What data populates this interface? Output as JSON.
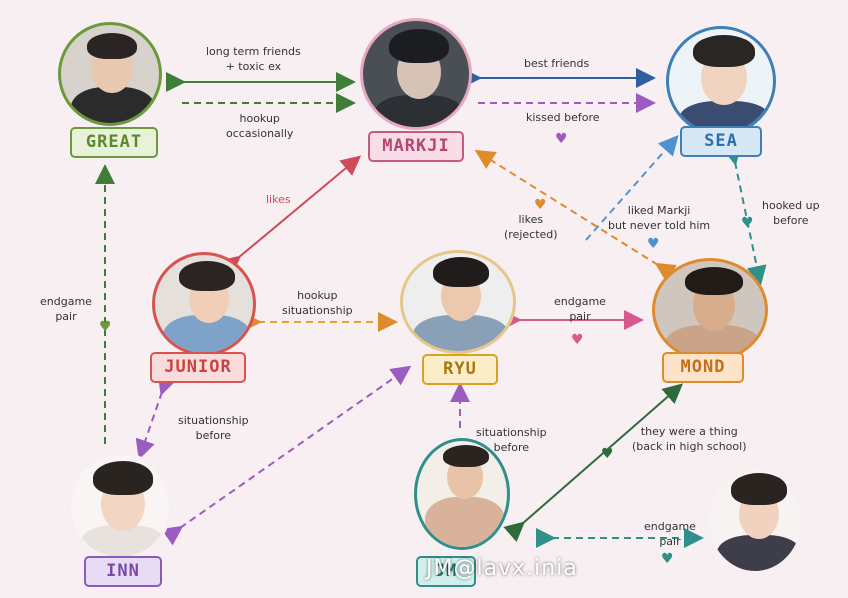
{
  "nodes": {
    "great": {
      "name": "GREAT",
      "color": "#6b9a3c",
      "bg": "#e8f2d8"
    },
    "markji": {
      "name": "MARKJI",
      "color": "#c8587f",
      "bg": "#f8dde7"
    },
    "sea": {
      "name": "SEA",
      "color": "#3f7fb8",
      "bg": "#d6e7f6"
    },
    "junior": {
      "name": "JUNIOR",
      "color": "#d9534f",
      "bg": "#fbdcdc"
    },
    "ryu": {
      "name": "RYU",
      "color": "#d9a227",
      "bg": "#fbedc7"
    },
    "mond": {
      "name": "MOND",
      "color": "#e08a2e",
      "bg": "#fde3c8"
    },
    "inn": {
      "name": "INN",
      "color": "#8a5bb8",
      "bg": "#e8dcf4"
    },
    "jm": {
      "name": "JM",
      "color": "#2f8f8a",
      "bg": "#d3efec"
    }
  },
  "relations": {
    "great_markji_1": "long term friends\n+ toxic ex",
    "great_markji_2": "hookup\noccasionally",
    "markji_sea_1": "best friends",
    "markji_sea_2": "kissed before",
    "junior_markji": "likes",
    "mond_markji": "likes\n(rejected)",
    "mond_sea": "liked Markji\nbut never told him",
    "sea_mond": "hooked up\nbefore",
    "great_inn": "endgame\npair",
    "junior_ryu": "hookup\nsituationship",
    "ryu_mond": "endgame\npair",
    "junior_inn": "situationship\nbefore",
    "jm_ryu": "situationship\nbefore",
    "jm_mond": "they were a thing\n(back in high school)",
    "jm_other": "endgame\npair"
  },
  "watermark": "JM@lavx.inia",
  "colors": {
    "green": "#3f7d3a",
    "purple": "#9a5cc0",
    "blue": "#2f5f9e",
    "red": "#cf4a5a",
    "orange": "#e08a2e",
    "pink": "#d65a8c",
    "teal": "#2f8f8a",
    "lightblue": "#4e93cf",
    "darkgreen": "#2f6b3a"
  }
}
